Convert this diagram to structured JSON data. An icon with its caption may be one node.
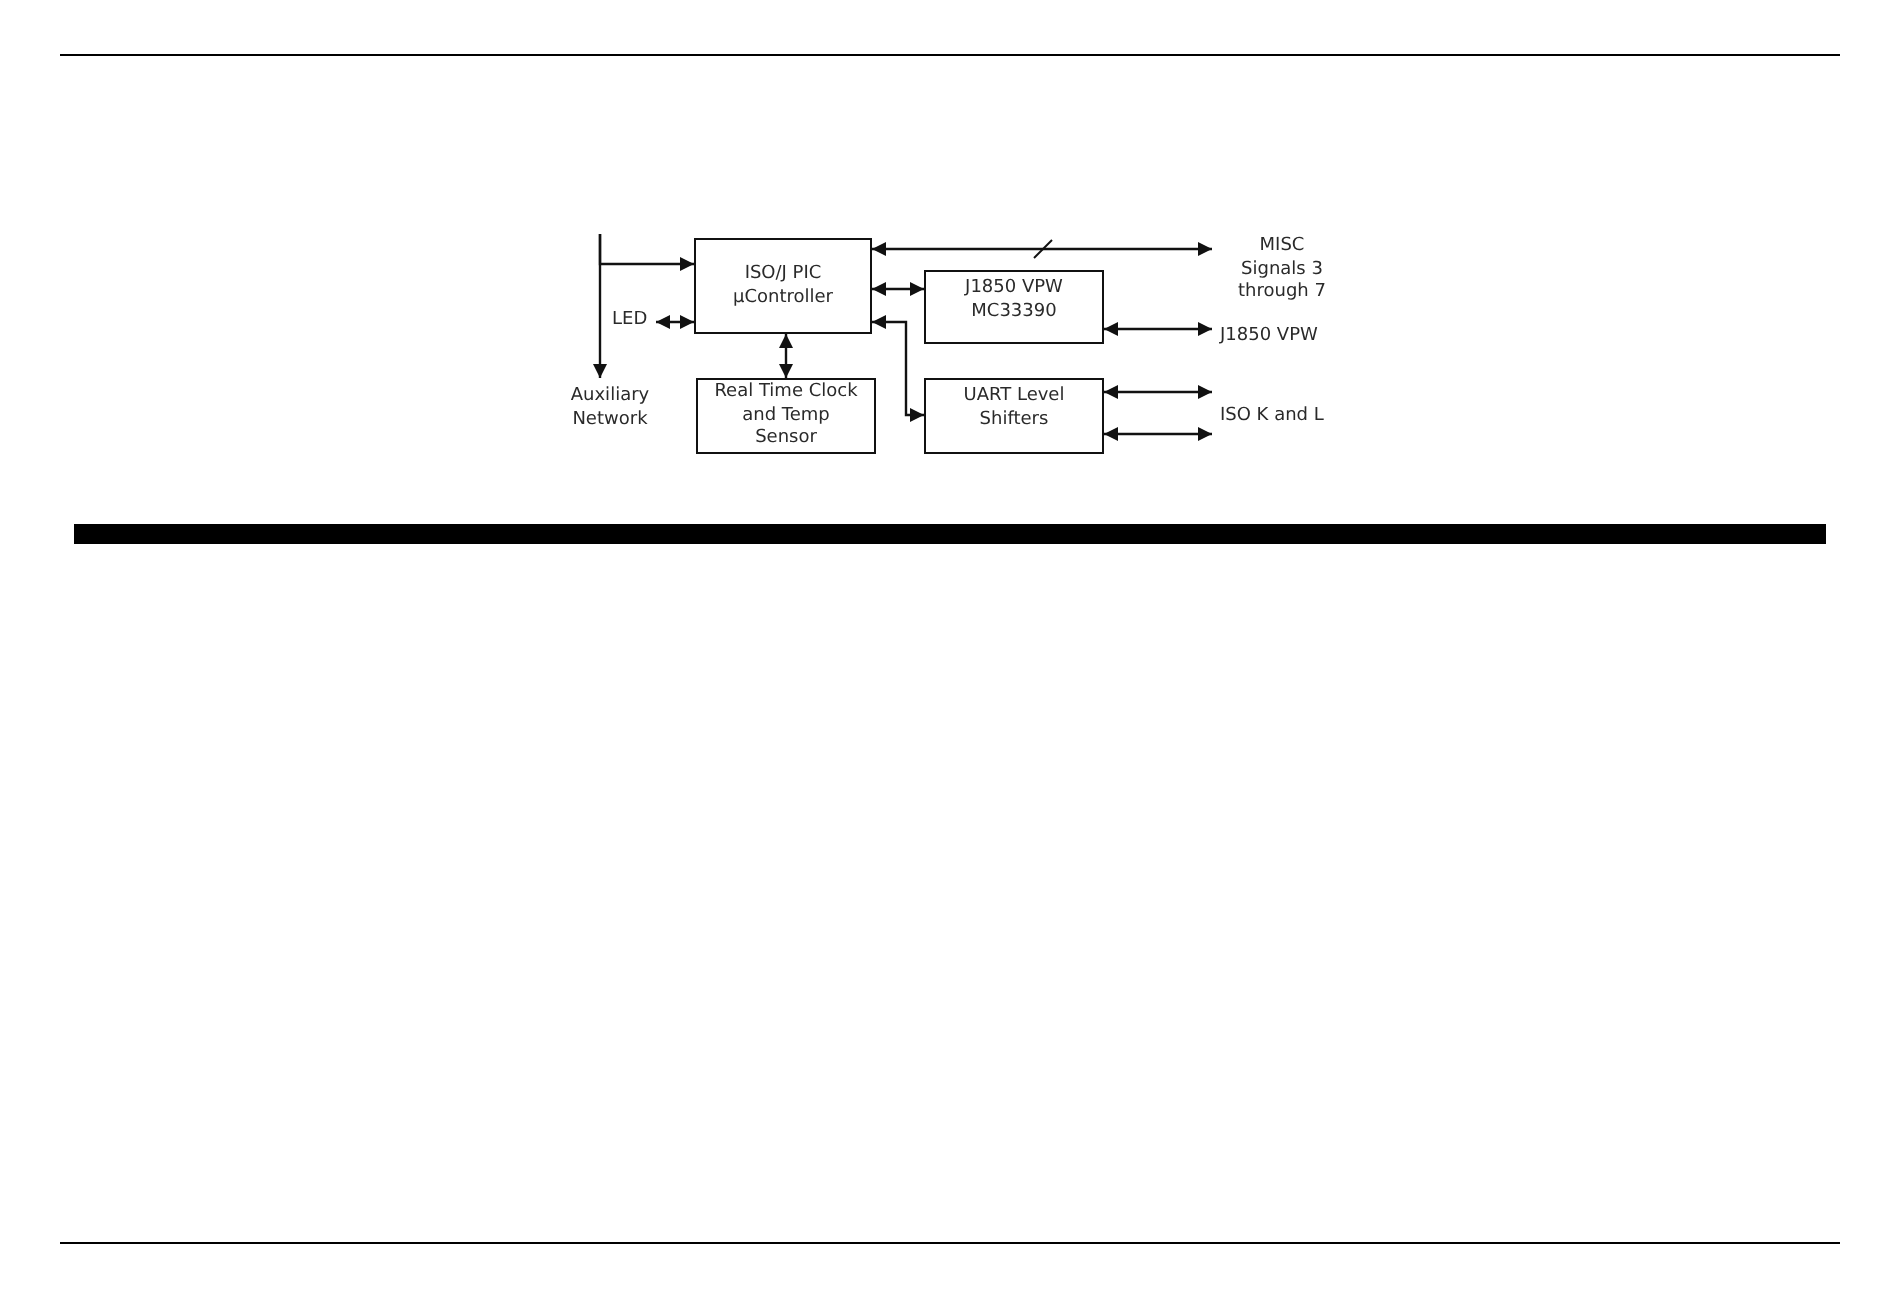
{
  "diagram": {
    "nodes": [
      {
        "text": [
          "ISO/J PIC µController"
        ]
      },
      {
        "text": [
          "J1850 VPW MC33390"
        ]
      },
      {
        "text": [
          "Real Time Clock and Temp Sensor"
        ]
      },
      {
        "text": [
          "UART Level Shifters"
        ]
      },
      {
        "text": [
          "LED"
        ]
      },
      {
        "text": [
          "Auxiliary Network"
        ]
      },
      {
        "text": [
          "MISC Signals 3 through 7"
        ]
      },
      {
        "text": [
          "J1850 VPW"
        ]
      },
      {
        "text": [
          "ISO K and L"
        ]
      }
    ],
    "edges": [
      {
        "from": null,
        "to": 0,
        "arrow": "to"
      },
      {
        "from": null,
        "to": 5,
        "arrow": "to"
      },
      {
        "from": 0,
        "to": 4,
        "arrow": "both"
      },
      {
        "from": 0,
        "to": 2,
        "arrow": "both"
      },
      {
        "from": 0,
        "to": 1,
        "arrow": "both"
      },
      {
        "from": 0,
        "to": 3,
        "arrow": "both"
      },
      {
        "from": 0,
        "to": 6,
        "arrow": "both"
      },
      {
        "from": 1,
        "to": 7,
        "arrow": "both"
      },
      {
        "from": 3,
        "to": 8,
        "arrow": "both"
      },
      {
        "from": 3,
        "to": 8,
        "arrow": "both"
      }
    ]
  }
}
